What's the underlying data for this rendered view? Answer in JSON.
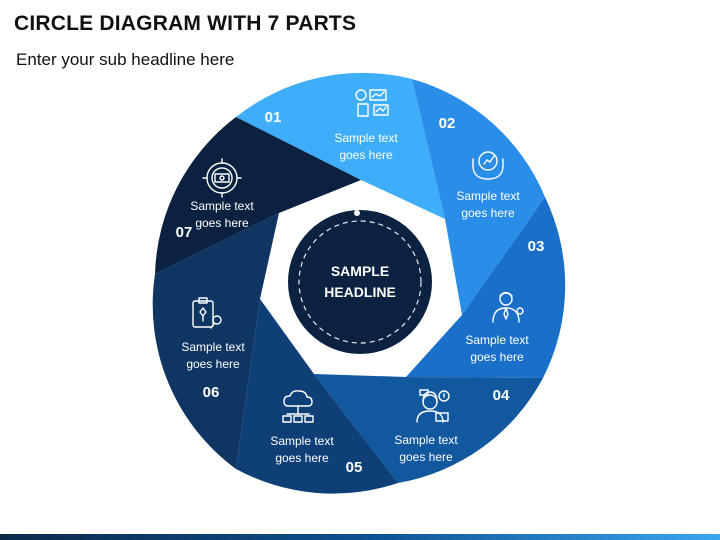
{
  "title": "CIRCLE DIAGRAM WITH 7 PARTS",
  "subtitle": "Enter your sub headline here",
  "center": {
    "line1": "SAMPLE",
    "line2": "HEADLINE"
  },
  "segments": [
    {
      "number": "01",
      "text1": "Sample text",
      "text2": "goes here",
      "icon": "finance-chart-icon",
      "color": "#3FAEFA"
    },
    {
      "number": "02",
      "text1": "Sample text",
      "text2": "goes here",
      "icon": "growth-hands-icon",
      "color": "#2A8DE8"
    },
    {
      "number": "03",
      "text1": "Sample text",
      "text2": "goes here",
      "icon": "business-person-icon",
      "color": "#1A70C8"
    },
    {
      "number": "04",
      "text1": "Sample text",
      "text2": "goes here",
      "icon": "support-agent-icon",
      "color": "#11589F"
    },
    {
      "number": "05",
      "text1": "Sample text",
      "text2": "goes here",
      "icon": "cloud-network-icon",
      "color": "#0E3F76"
    },
    {
      "number": "06",
      "text1": "Sample text",
      "text2": "goes here",
      "icon": "clipboard-idea-icon",
      "color": "#0F3563"
    },
    {
      "number": "07",
      "text1": "Sample text",
      "text2": "goes here",
      "icon": "target-money-icon",
      "color": "#0A2240"
    }
  ]
}
